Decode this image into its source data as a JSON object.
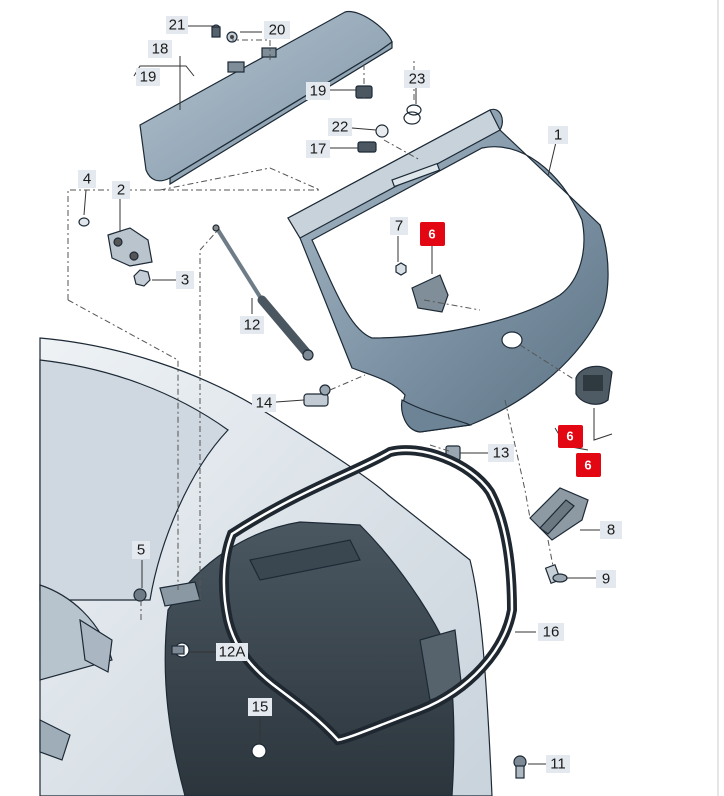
{
  "colors": {
    "panel": "#7d93a5",
    "panel_dark": "#5c7384",
    "car_body": "#dfe6ec",
    "label_bg": "#e4e9ef",
    "highlight": "#e30613"
  },
  "callouts": [
    {
      "id": "c21",
      "text": "21"
    },
    {
      "id": "c20",
      "text": "20"
    },
    {
      "id": "c18",
      "text": "18"
    },
    {
      "id": "c19a",
      "text": "19"
    },
    {
      "id": "c19b",
      "text": "19"
    },
    {
      "id": "c23",
      "text": "23"
    },
    {
      "id": "c22",
      "text": "22"
    },
    {
      "id": "c17",
      "text": "17"
    },
    {
      "id": "c1",
      "text": "1"
    },
    {
      "id": "c4",
      "text": "4"
    },
    {
      "id": "c2",
      "text": "2"
    },
    {
      "id": "c3",
      "text": "3"
    },
    {
      "id": "c7",
      "text": "7"
    },
    {
      "id": "c12",
      "text": "12"
    },
    {
      "id": "c14",
      "text": "14"
    },
    {
      "id": "c13",
      "text": "13"
    },
    {
      "id": "c8",
      "text": "8"
    },
    {
      "id": "c9",
      "text": "9"
    },
    {
      "id": "c5",
      "text": "5"
    },
    {
      "id": "c16",
      "text": "16"
    },
    {
      "id": "c12a",
      "text": "12A"
    },
    {
      "id": "c15",
      "text": "15"
    },
    {
      "id": "c11",
      "text": "11"
    }
  ],
  "highlights": [
    {
      "id": "h6a",
      "text": "6"
    },
    {
      "id": "h6b",
      "text": "6"
    },
    {
      "id": "h6c",
      "text": "6"
    }
  ]
}
